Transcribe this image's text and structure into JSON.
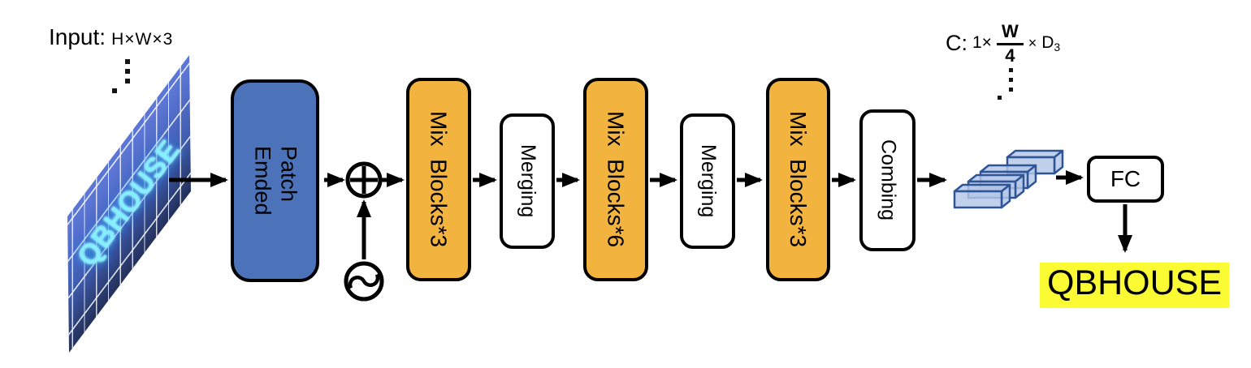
{
  "input": {
    "label": "Input:",
    "dims": "H×W×3",
    "photo_text": "QBHOUSE"
  },
  "pipeline": {
    "patch_embed": "Patch\nEmded",
    "mix_blocks_1": "Mix  Blocks*3",
    "merging_1": "Merging",
    "mix_blocks_2": "Mix  Blocks*6",
    "merging_2": "Merging",
    "mix_blocks_3": "Mix  Blocks*3",
    "combing": "Combing",
    "fc": "FC"
  },
  "feature_dims": {
    "prefix": "C:",
    "factor": "1×",
    "numerator": "W",
    "denominator": "4",
    "times": "×",
    "depth": "D",
    "depth_sub": "3"
  },
  "output": {
    "text": "QBHOUSE"
  },
  "icons": {
    "plus": "circled-plus (element-wise add)",
    "sine": "positional-encoding sine wave"
  },
  "colors": {
    "patch_embed_blue": "#4C72B9",
    "mix_block_orange": "#F3B43F",
    "highlight_yellow": "#FBFB34",
    "cuboid_fill": "#B4C7E7",
    "cuboid_stroke": "#2F5597",
    "photo_text_cyan": "#84F0FF"
  }
}
